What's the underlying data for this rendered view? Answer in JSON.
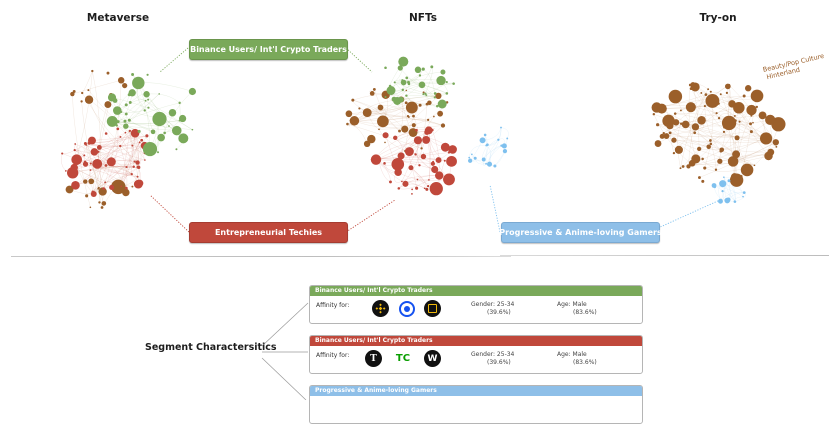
{
  "titles": {
    "metaverse": "Metaverse",
    "nfts": "NFTs",
    "tryon": "Try-on"
  },
  "segment_labels": {
    "green": "Binance Users/ Int'l Crypto Traders",
    "red": "Entrepreneurial Techies",
    "blue": "Progressive & Anime-loving Gamers"
  },
  "annotation": {
    "line1": "Beauty/Pop Culture",
    "line2": "Hinterland"
  },
  "colors": {
    "green": "#7aa95a",
    "red": "#c0483b",
    "blue": "#8ebfe8",
    "brown": "#9b5f2a",
    "light_blue_node": "#7ec0ee"
  },
  "section": {
    "title": "Segment Charactersitics"
  },
  "cards": [
    {
      "header": "Binance Users/ Int'l Crypto Traders",
      "color": "#7aa95a",
      "affinity_label": "Affinity for:",
      "logos": [
        "binance-logo",
        "coinbase-logo",
        "gate-logo"
      ],
      "gender_label": "Gender: 25-34",
      "gender_pct": "(39.6%)",
      "age_label": "Age: Male",
      "age_pct": "(83.6%)"
    },
    {
      "header": "Binance Users/ Int'l Crypto Traders",
      "color": "#c0483b",
      "affinity_label": "Affinity for:",
      "logos": [
        "nytimes-logo",
        "techcrunch-logo",
        "wired-logo"
      ],
      "gender_label": "Gender: 25-34",
      "gender_pct": "(39.6%)",
      "age_label": "Age: Male",
      "age_pct": "(83.6%)"
    },
    {
      "header": "Progressive & Anime-loving Gamers",
      "color": "#8ebfe8"
    }
  ],
  "logo_glyphs": {
    "nytimes": "T",
    "techcrunch": "TC",
    "wired": "W"
  }
}
